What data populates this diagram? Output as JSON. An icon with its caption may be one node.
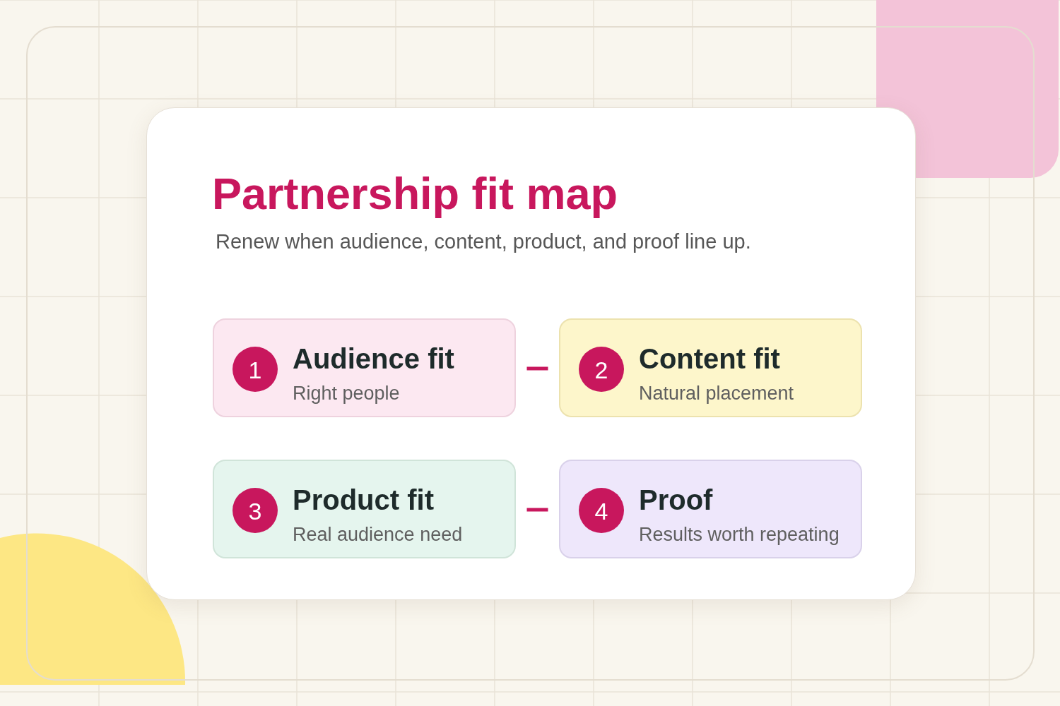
{
  "diagram": {
    "title": "Partnership fit map",
    "nodes": [
      {
        "text": [
          "1",
          "Audience fit",
          "Right people"
        ]
      },
      {
        "text": [
          "2",
          "Content fit",
          "Natural placement"
        ]
      },
      {
        "text": [
          "3",
          "Product fit",
          "Real audience need"
        ]
      },
      {
        "text": [
          "4",
          "Proof",
          "Results worth repeating"
        ]
      }
    ],
    "edges": [
      {
        "from": 0,
        "to": 1,
        "arrow": "none"
      },
      {
        "from": 2,
        "to": 3,
        "arrow": "none"
      }
    ],
    "labels": [
      "Renew when audience, content, product, and proof line up."
    ]
  }
}
